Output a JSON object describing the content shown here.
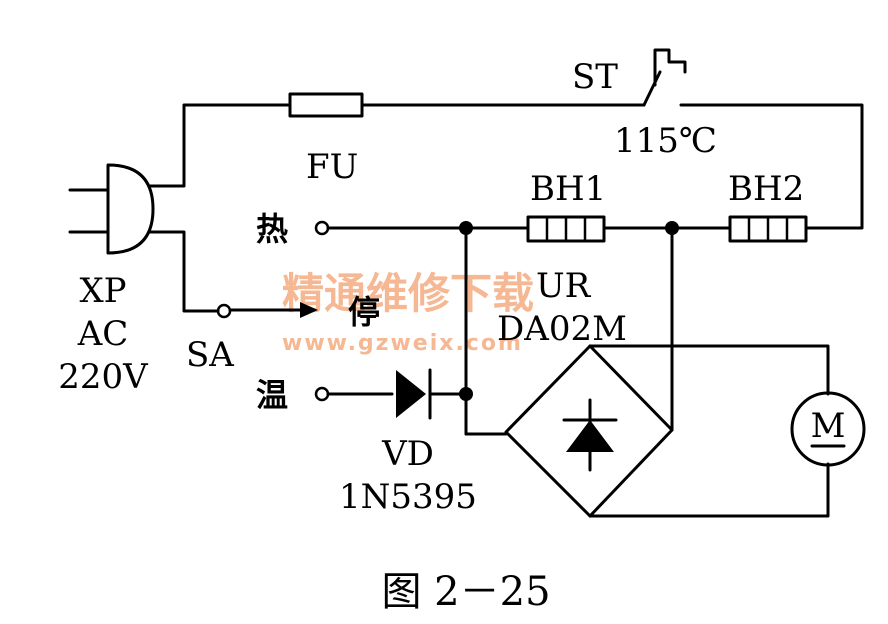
{
  "labels": {
    "st": "ST",
    "st_temp": "115℃",
    "fu": "FU",
    "bh1": "BH1",
    "bh2": "BH2",
    "plug": "XP",
    "ac": "AC",
    "voltage": "220V",
    "switch": "SA",
    "pos_hot": "热",
    "pos_stop": "停",
    "pos_warm": "温",
    "rectifier": "UR",
    "rectifier_model": "DA02M",
    "diode": "VD",
    "diode_model": "1N5395",
    "motor": "M",
    "caption": "图 2－25"
  },
  "watermark": {
    "title": "精通维修下载",
    "url": "www.gzweix.com"
  }
}
